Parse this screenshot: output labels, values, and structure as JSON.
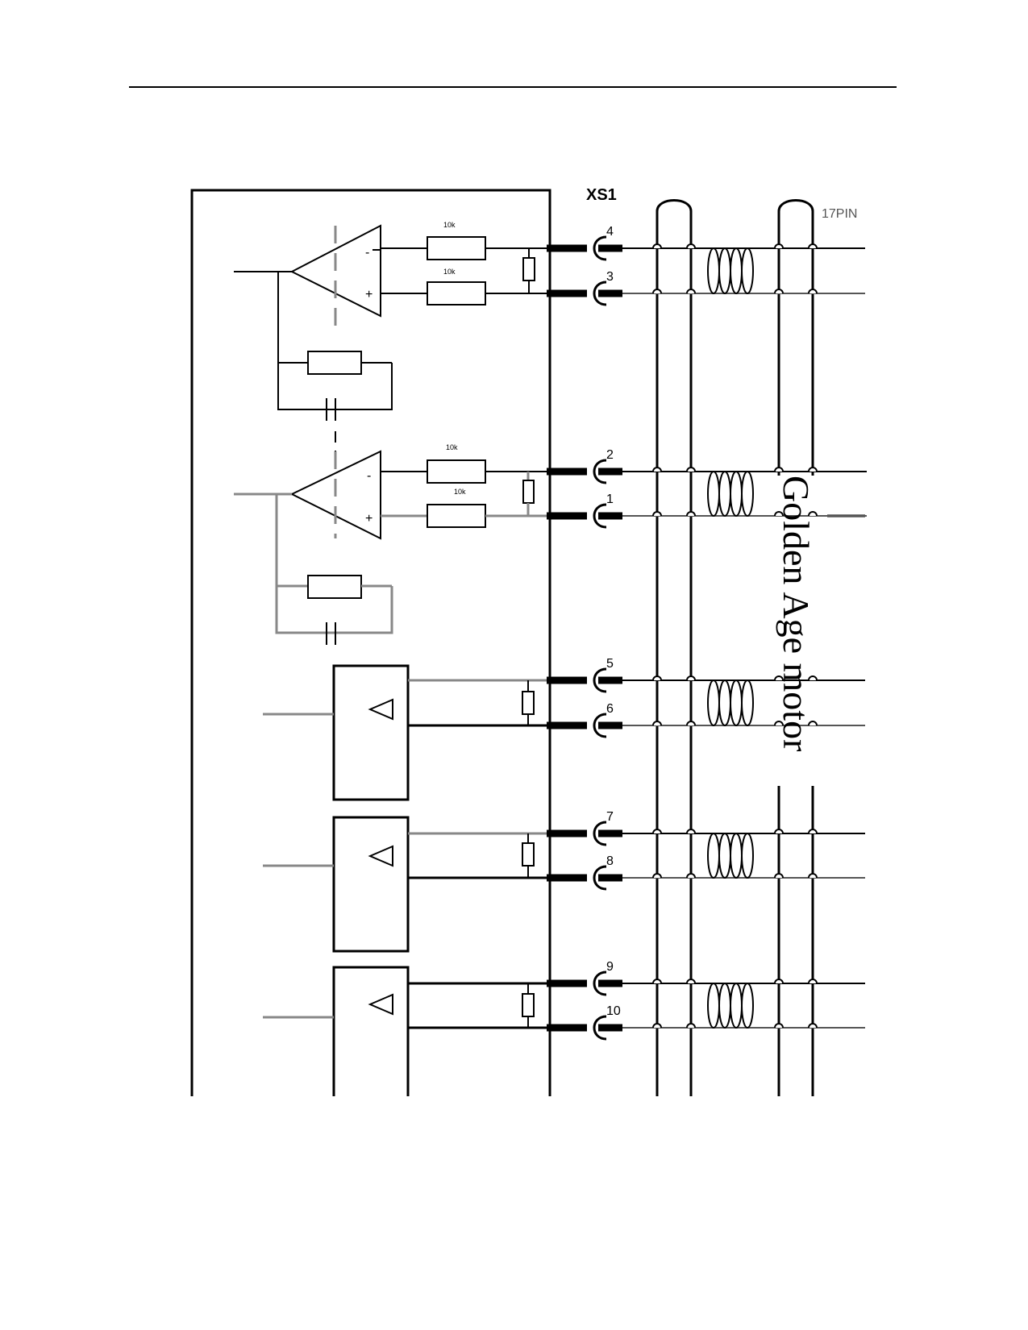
{
  "header": {
    "connector": "XS1",
    "pin_note": "17PIN"
  },
  "resistor_labels": [
    "10k",
    "10k",
    "10k",
    "10k"
  ],
  "pins": [
    "4",
    "3",
    "2",
    "1",
    "5",
    "6",
    "7",
    "8",
    "9",
    "10"
  ],
  "overlay": {
    "text": "Golden Age motor"
  },
  "colors": {
    "line": "#000000",
    "grey_line": "#888888"
  }
}
